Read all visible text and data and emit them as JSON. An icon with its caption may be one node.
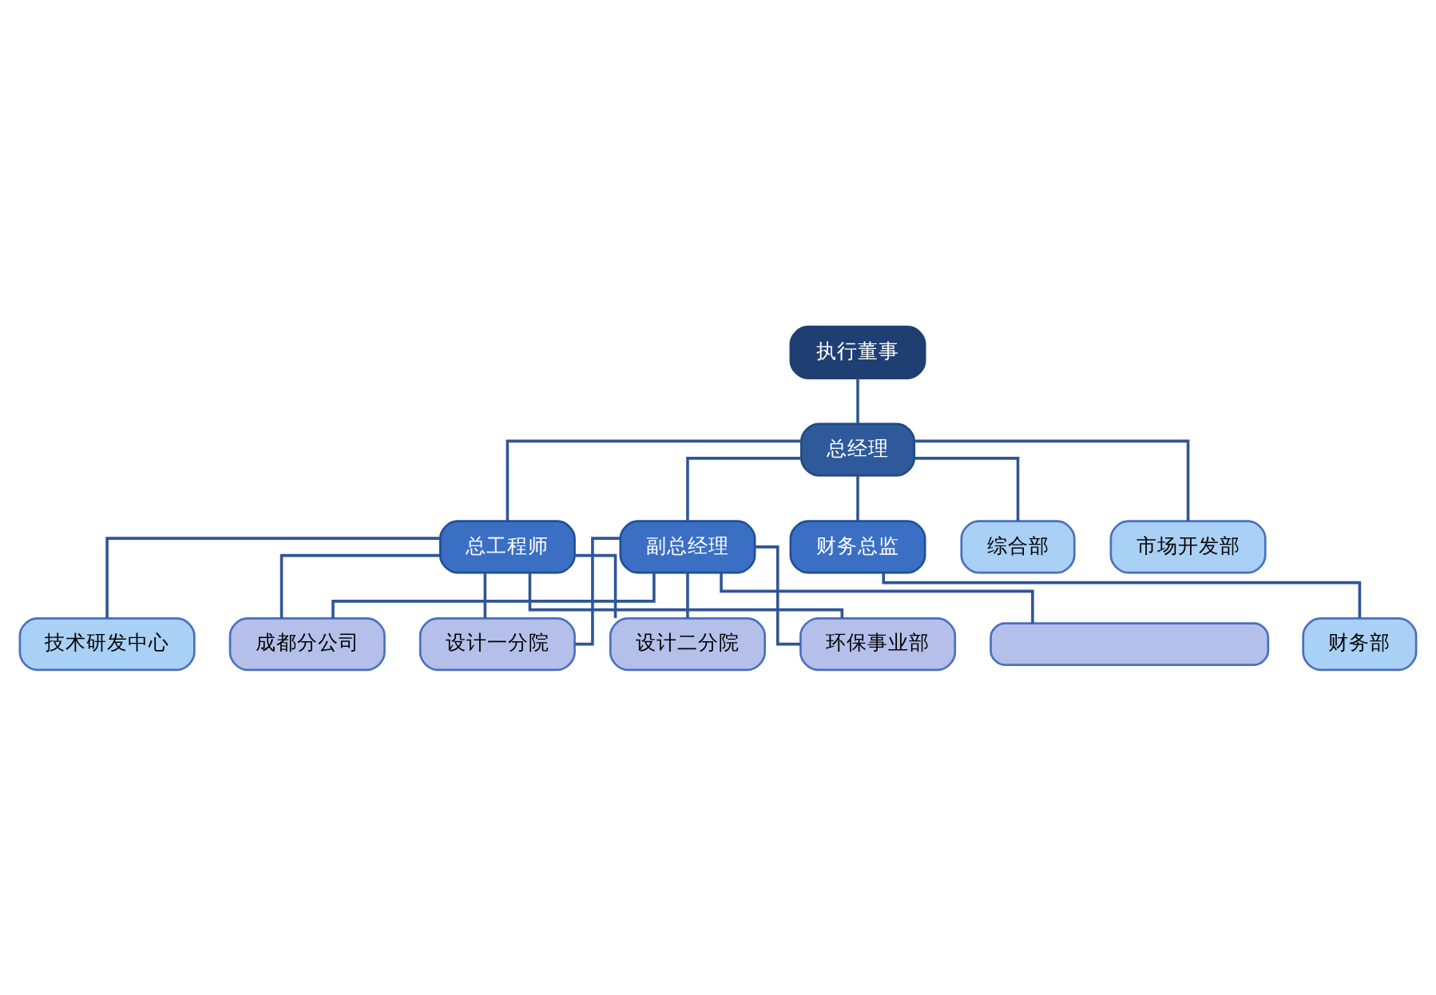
{
  "diagram": {
    "nodes": [
      {
        "text": [
          "执行董事"
        ]
      },
      {
        "text": [
          "总经理"
        ]
      },
      {
        "text": [
          "副总经理"
        ]
      },
      {
        "text": [
          "总工程师"
        ]
      },
      {
        "text": [
          "财务总监"
        ]
      },
      {
        "text": [
          "设计一分院"
        ]
      },
      {
        "text": [
          "技术研发中心"
        ]
      },
      {
        "text": [
          "财务部"
        ]
      },
      {
        "text": [
          "综合部"
        ]
      },
      {
        "text": [
          "设计二分院"
        ]
      },
      {
        "text": [
          "市场开发部"
        ]
      },
      {
        "text": [
          "环保事业部"
        ]
      },
      {
        "text": [
          "成都分公司"
        ]
      },
      {
        "text": [],
        "shape": "box"
      }
    ],
    "edges": [
      {
        "from": 0,
        "to": 1,
        "arrow": "none"
      },
      {
        "from": 1,
        "to": 2,
        "arrow": "none"
      },
      {
        "from": 1,
        "to": 3,
        "arrow": "none"
      },
      {
        "from": 1,
        "to": 4,
        "arrow": "none"
      },
      {
        "from": 1,
        "to": 8,
        "arrow": "none"
      },
      {
        "from": 1,
        "to": 10,
        "arrow": "none"
      },
      {
        "from": 2,
        "to": 5,
        "arrow": "none"
      },
      {
        "from": 2,
        "to": 9,
        "arrow": "none"
      },
      {
        "from": 2,
        "to": 11,
        "arrow": "none"
      },
      {
        "from": 2,
        "to": 12,
        "arrow": "none"
      },
      {
        "from": 2,
        "to": 13,
        "arrow": "none"
      },
      {
        "from": 3,
        "to": 5,
        "arrow": "none"
      },
      {
        "from": 3,
        "to": 6,
        "arrow": "none"
      },
      {
        "from": 3,
        "to": 9,
        "arrow": "none"
      },
      {
        "from": 3,
        "to": 11,
        "arrow": "none"
      },
      {
        "from": 3,
        "to": 12,
        "arrow": "none"
      },
      {
        "from": 4,
        "to": 7,
        "arrow": "none"
      }
    ]
  }
}
